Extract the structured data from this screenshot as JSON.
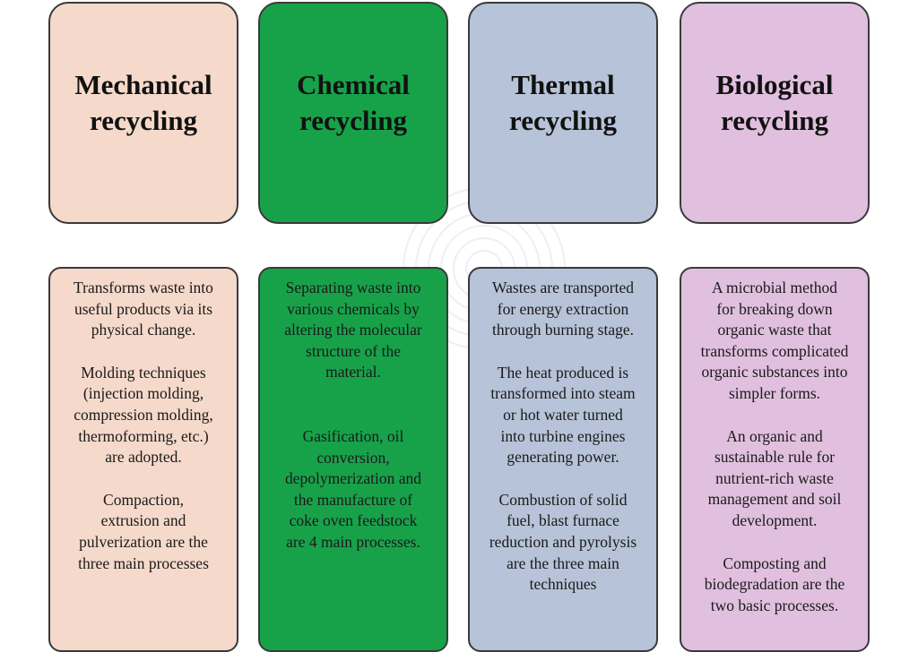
{
  "columns": [
    {
      "id": "mechanical",
      "title": "Mechanical\nrecycling",
      "color": "#f5d9ca",
      "paragraphs": [
        "Transforms waste into\nuseful products via its\nphysical change.",
        "Molding techniques\n(injection molding,\ncompression molding,\nthermoforming, etc.)\nare adopted.",
        "Compaction,\nextrusion and\npulverization are the\nthree main processes"
      ]
    },
    {
      "id": "chemical",
      "title": "Chemical\nrecycling",
      "color": "#17a24a",
      "paragraphs": [
        "Separating waste into\nvarious chemicals by\naltering the molecular\nstructure of the\nmaterial.",
        "Gasification, oil\nconversion,\ndepolymerization and\nthe manufacture of\ncoke oven feedstock\nare 4 main processes."
      ]
    },
    {
      "id": "thermal",
      "title": "Thermal\nrecycling",
      "color": "#b6c3d8",
      "paragraphs": [
        "Wastes are transported\nfor energy extraction\nthrough burning stage.",
        "The heat produced is\ntransformed into steam\nor hot water turned\ninto turbine engines\ngenerating power.",
        "Combustion of solid\nfuel, blast furnace\nreduction and pyrolysis\nare the three main\ntechniques"
      ]
    },
    {
      "id": "biological",
      "title": "Biological\nrecycling",
      "color": "#e0c0de",
      "paragraphs": [
        "A microbial method\nfor breaking down\norganic waste that\ntransforms complicated\norganic substances into\nsimpler forms.",
        "An organic and\nsustainable rule for\nnutrient-rich waste\nmanagement and soil\ndevelopment.",
        "Composting and\nbiodegradation are the\ntwo basic processes."
      ]
    }
  ]
}
